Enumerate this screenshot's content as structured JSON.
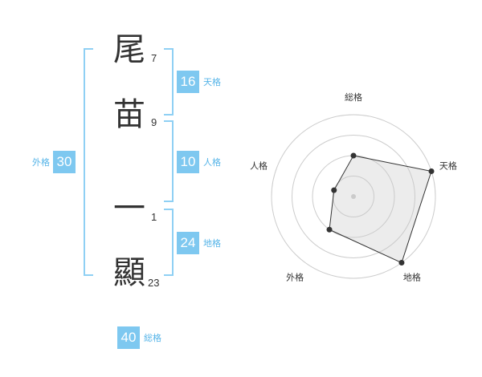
{
  "name": {
    "chars": [
      {
        "char": "尾",
        "strokes": "7"
      },
      {
        "char": "苗",
        "strokes": "9"
      },
      {
        "char": "一",
        "strokes": "1"
      },
      {
        "char": "顯",
        "strokes": "23"
      }
    ]
  },
  "fortune": {
    "tenkaku": {
      "value": "16",
      "label": "天格"
    },
    "jinkaku": {
      "value": "10",
      "label": "人格"
    },
    "chikaku": {
      "value": "24",
      "label": "地格"
    },
    "gaikaku": {
      "value": "30",
      "label": "外格"
    },
    "soukaku": {
      "value": "40",
      "label": "総格"
    }
  },
  "colors": {
    "accent": "#7ec8f0",
    "label": "#55b4e8",
    "bracket": "#8fd0f4"
  },
  "chart_data": {
    "type": "radar",
    "axes": [
      "総格",
      "天格",
      "地格",
      "外格",
      "人格"
    ],
    "values": [
      2,
      4,
      4,
      2,
      1
    ],
    "max": 4,
    "rings": 4,
    "grid": true
  }
}
